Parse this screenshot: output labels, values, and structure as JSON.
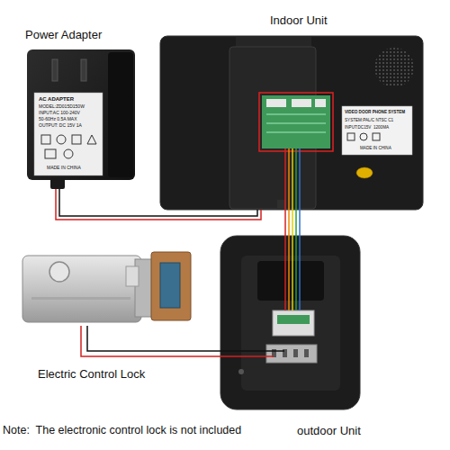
{
  "diagram": {
    "nodes": [
      {
        "text": [
          "Power Adapter"
        ]
      },
      {
        "text": [
          "Indoor Unit"
        ]
      },
      {
        "text": [
          "Electric Control Lock"
        ]
      },
      {
        "text": [
          "outdoor Unit"
        ]
      }
    ],
    "edges": [
      {
        "from": 0,
        "to": 1,
        "arrow": "none"
      },
      {
        "from": 1,
        "to": 3,
        "arrow": "none"
      },
      {
        "from": 2,
        "to": 3,
        "arrow": "none"
      }
    ],
    "labels": [
      "AC ADAPTER",
      "MODEL:ZD015D150W",
      "INPUT:AC 100-240V",
      "50-60Hz 0.5A MAX",
      "OUTPUT: DC 15V 1A",
      "MADE IN CHINA",
      "VIDEO DOOR PHONE SYSTEM",
      "SYSTEM:PAL/C NTSC C1",
      "INPUT:DC15V  1200MA",
      "MADE IN CHINA",
      "Note:  The electronic control lock is not included"
    ]
  }
}
